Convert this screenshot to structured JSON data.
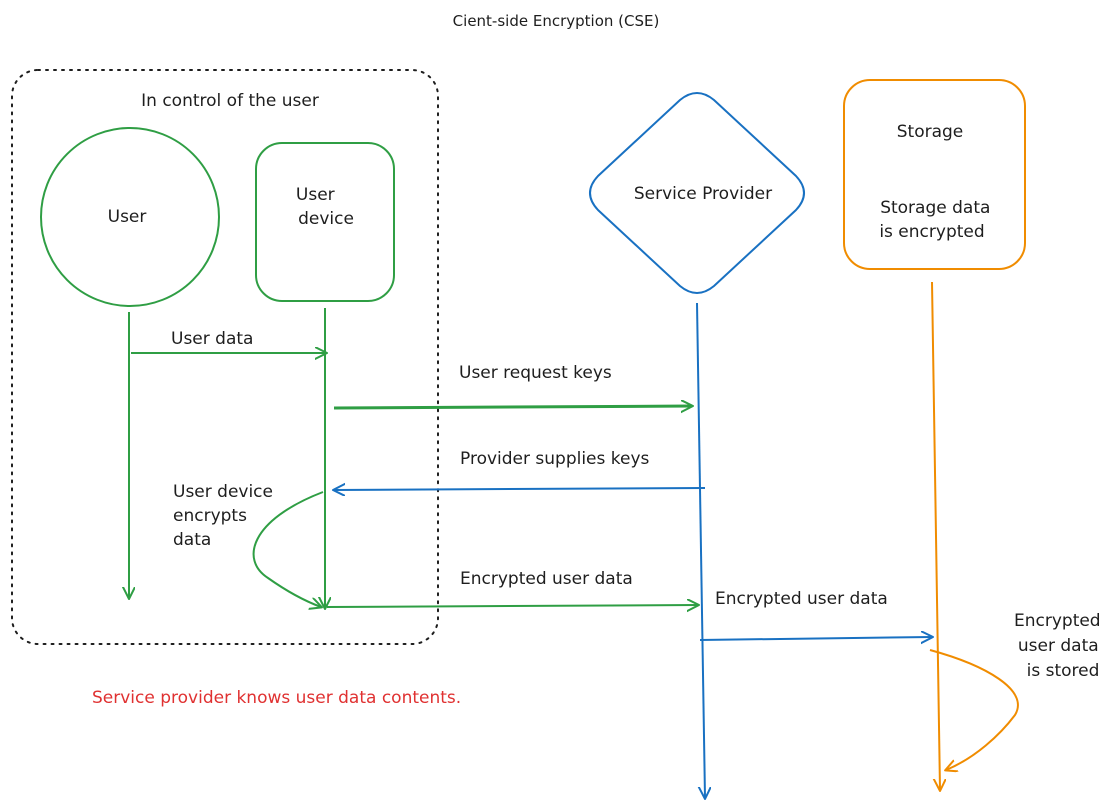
{
  "title": "Cient-side Encryption (CSE)",
  "user_zone": {
    "label": "In control of the user"
  },
  "nodes": {
    "user": {
      "label": "User"
    },
    "user_device": {
      "label_lines": [
        "User",
        "device"
      ]
    },
    "service_provider": {
      "label": "Service Provider"
    },
    "storage": {
      "label": "Storage",
      "note_lines": [
        "Storage data",
        "is encrypted"
      ]
    }
  },
  "messages": {
    "user_data": "User data",
    "user_request_keys": "User request keys",
    "provider_supplies_keys": "Provider supplies keys",
    "device_encrypts_lines": [
      "User device",
      "encrypts",
      "data"
    ],
    "encrypted_user_data_1": "Encrypted user data",
    "encrypted_user_data_2": "Encrypted user data",
    "stored_lines": [
      "Encrypted",
      "user data",
      "is stored"
    ]
  },
  "warning": "Service provider knows user data contents.",
  "colors": {
    "user": "#2f9e44",
    "provider": "#1971c2",
    "storage": "#f08c00",
    "warning": "#e03131",
    "zone": "#1e1e1e",
    "text": "#1e1e1e"
  }
}
